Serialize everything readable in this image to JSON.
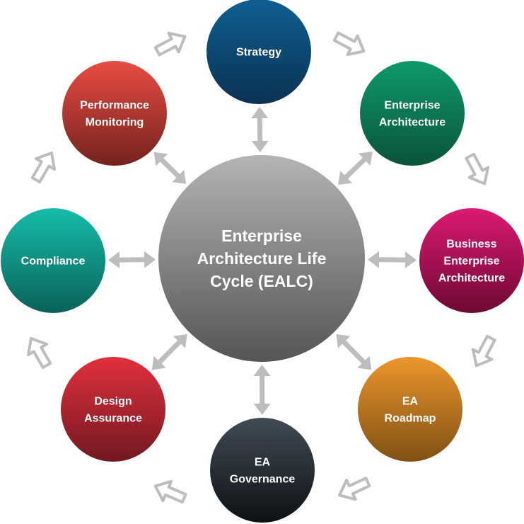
{
  "center": {
    "lines": [
      "Enterprise",
      "Architecture Life",
      "Cycle (EALC)"
    ],
    "colors": [
      "#b4b4b4",
      "#555555"
    ]
  },
  "nodes": [
    {
      "id": "strategy",
      "lines": [
        "Strategy"
      ],
      "colors": [
        "#0f5f92",
        "#0a3252"
      ]
    },
    {
      "id": "enterprise-architecture",
      "lines": [
        "Enterprise",
        "Architecture"
      ],
      "colors": [
        "#0e9a6c",
        "#0a5438"
      ]
    },
    {
      "id": "business-enterprise-architecture",
      "lines": [
        "Business",
        "Enterprise",
        "Architecture"
      ],
      "colors": [
        "#dc1a72",
        "#6e0834"
      ]
    },
    {
      "id": "ea-roadmap",
      "lines": [
        "EA",
        "Roadmap"
      ],
      "colors": [
        "#eb962c",
        "#805014"
      ]
    },
    {
      "id": "ea-governance",
      "lines": [
        "EA",
        "Governance"
      ],
      "colors": [
        "#404b56",
        "#0e1114"
      ]
    },
    {
      "id": "design-assurance",
      "lines": [
        "Design",
        "Assurance"
      ],
      "colors": [
        "#e2303c",
        "#721822"
      ]
    },
    {
      "id": "compliance",
      "lines": [
        "Compliance"
      ],
      "colors": [
        "#16bcaa",
        "#0a6258"
      ]
    },
    {
      "id": "performance-monitoring",
      "lines": [
        "Performance",
        "Monitoring"
      ],
      "colors": [
        "#e84c42",
        "#74221e"
      ]
    }
  ],
  "connector_color": "#bdbdbd"
}
